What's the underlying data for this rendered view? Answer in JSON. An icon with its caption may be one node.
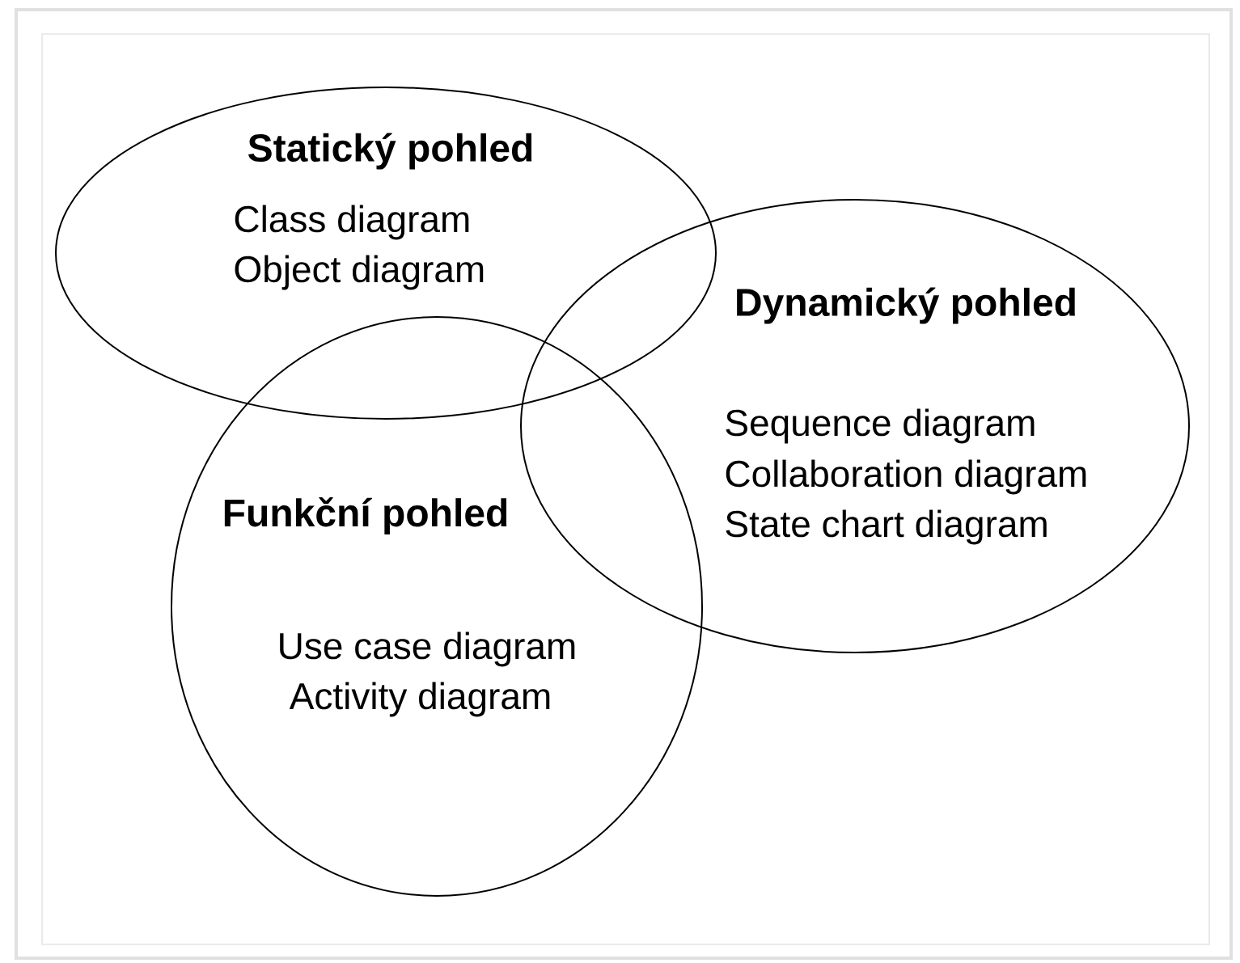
{
  "diagram": {
    "nodes": [
      {
        "text": [
          "Statický pohled",
          "Class diagram",
          "Object diagram"
        ]
      },
      {
        "text": [
          "Dynamický pohled",
          "Sequence diagram",
          "Collaboration diagram",
          "State chart diagram"
        ]
      },
      {
        "text": [
          "Funkční pohled",
          "Use case diagram",
          "Activity diagram"
        ]
      }
    ],
    "edges": []
  }
}
